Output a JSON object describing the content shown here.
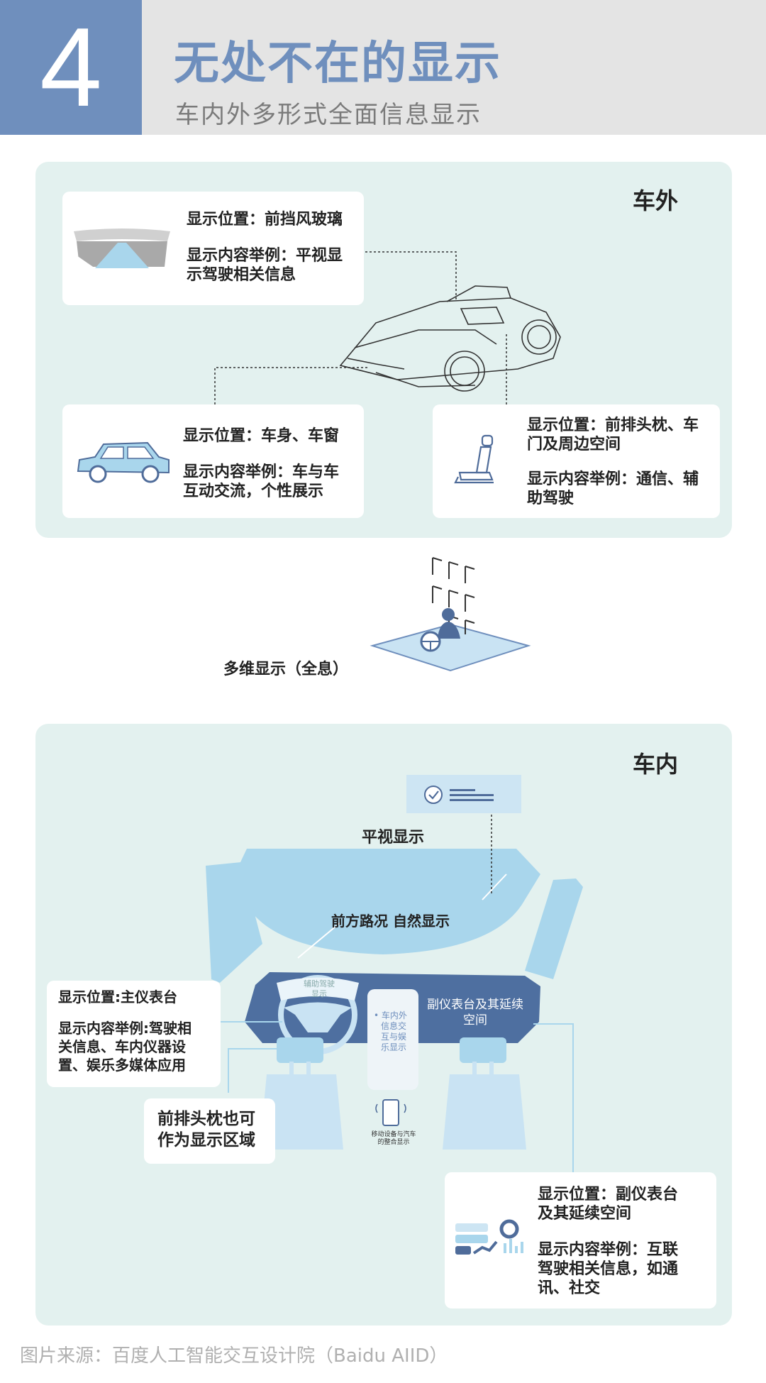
{
  "header": {
    "number": "4",
    "title": "无处不在的显示",
    "subtitle": "车内外多形式全面信息显示"
  },
  "exterior": {
    "heading": "车外",
    "windshield": {
      "position": "显示位置：前挡风玻璃",
      "content_l1": "显示内容举例：平视显",
      "content_l2": "示驾驶相关信息"
    },
    "body_window": {
      "position": "显示位置：车身、车窗",
      "content_l1": "显示内容举例：车与车",
      "content_l2": "互动交流，个性展示"
    },
    "headrest_door": {
      "position_l1": "显示位置：前排头枕、车",
      "position_l2": "门及周边空间",
      "content_l1": "显示内容举例：通信、辅",
      "content_l2": "助驾驶"
    }
  },
  "hologram": {
    "label": "多维显示（全息）"
  },
  "interior": {
    "heading": "车内",
    "hud_label": "平视显示",
    "windshield_label": "前方路况 自然显示",
    "wheel_label_l1": "辅助驾驶",
    "wheel_label_l2": "显示",
    "center_label_l1": "车内外",
    "center_label_l2": "信息交",
    "center_label_l3": "互与娱",
    "center_label_l4": "乐显示",
    "passenger_label_l1": "副仪表台及其延续",
    "passenger_label_l2": "空间",
    "mobile_label_l1": "移动设备与汽车",
    "mobile_label_l2": "的整合显示",
    "main_console": {
      "position": "显示位置:主仪表台",
      "content_l1": "显示内容举例:驾驶相",
      "content_l2": "关信息、车内仪器设",
      "content_l3": "置、娱乐多媒体应用"
    },
    "headrest_note_l1": "前排头枕也可",
    "headrest_note_l2": "作为显示区域",
    "passenger_console": {
      "position_l1": "显示位置：副仪表台",
      "position_l2": "及其延续空间",
      "content_l1": "显示内容举例：互联",
      "content_l2": "驾驶相关信息，如通",
      "content_l3": "讯、社交"
    }
  },
  "source": "图片来源：百度人工智能交互设计院（Baidu AIID）",
  "colors": {
    "accent": "#6f8fbd",
    "panel": "#e3f1ef",
    "light_blue": "#a9d6ec",
    "dash_blue": "#4f6c9a"
  }
}
